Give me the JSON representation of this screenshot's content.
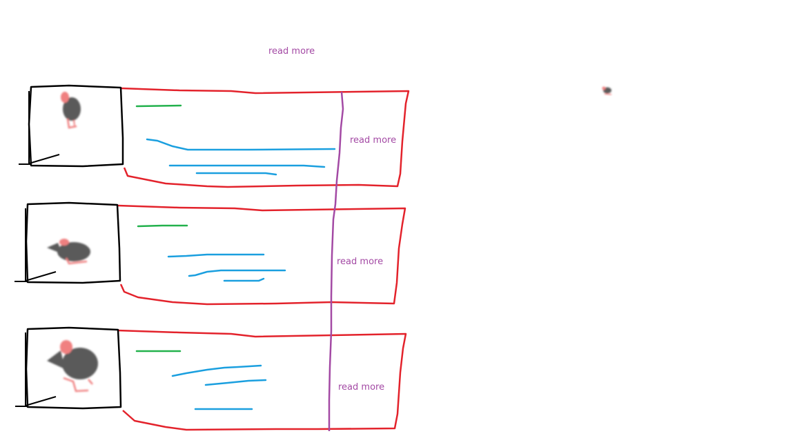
{
  "colors": {
    "frame": "#000000",
    "card_border": "#e3222b",
    "title_line": "#22b14c",
    "text_line": "#1a9fdf",
    "divider": "#a349a4",
    "link": "#a349a4",
    "mouse_body": "#5a5a5a",
    "mouse_ear": "#f08080"
  },
  "header": {
    "link_label": "read more"
  },
  "cards": [
    {
      "link_label": "read more",
      "thumbnail_icon": "mouse-icon"
    },
    {
      "link_label": "read more",
      "thumbnail_icon": "mouse-icon"
    },
    {
      "link_label": "read more",
      "thumbnail_icon": "mouse-icon"
    }
  ],
  "floating_icon": "mouse-icon"
}
